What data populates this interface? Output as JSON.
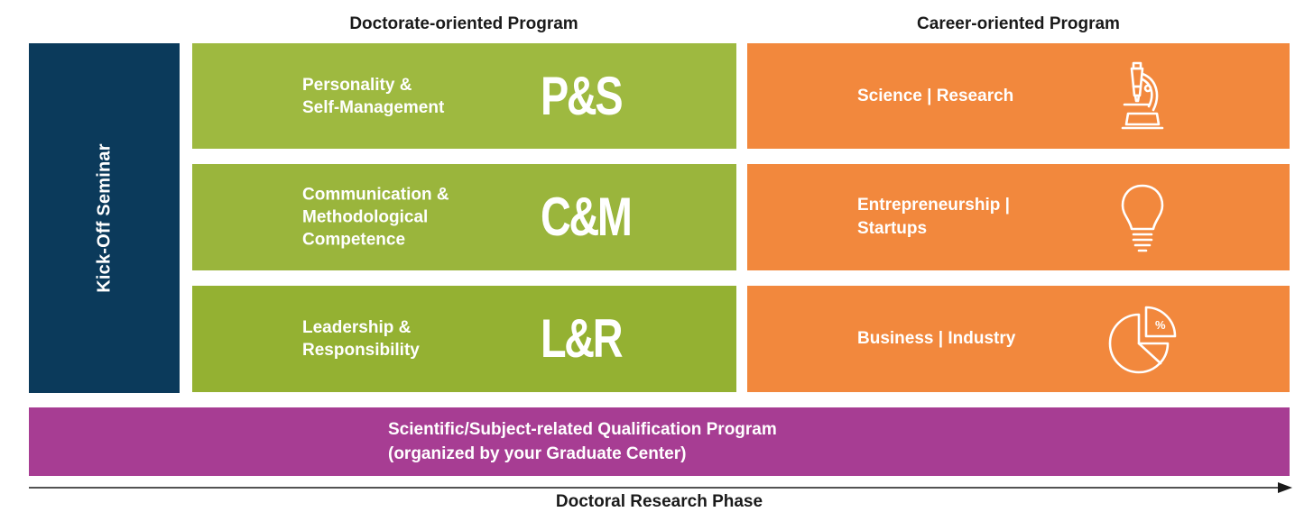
{
  "headers": {
    "doctorate": "Doctorate-oriented Program",
    "career": "Career-oriented Program"
  },
  "kickoff": {
    "label": "Kick-Off Seminar"
  },
  "doctorate_modules": [
    {
      "lines": [
        "Personality &",
        "Self-Management"
      ],
      "abbr": "P&S"
    },
    {
      "lines": [
        "Communication &",
        "Methodological",
        "Competence"
      ],
      "abbr": "C&M"
    },
    {
      "lines": [
        "Leadership &",
        "Responsibility"
      ],
      "abbr": "L&R"
    }
  ],
  "career_modules": [
    {
      "lines": [
        "Science | Research"
      ],
      "icon": "microscope-icon"
    },
    {
      "lines": [
        "Entrepreneurship |",
        "Startups"
      ],
      "icon": "lightbulb-icon"
    },
    {
      "lines": [
        "Business | Industry"
      ],
      "icon": "pie-chart-percent-icon"
    }
  ],
  "qualification": {
    "line1": "Scientific/Subject-related Qualification Program",
    "line2": "(organized by your Graduate Center)"
  },
  "timeline": {
    "label": "Doctoral Research Phase"
  },
  "colors": {
    "kickoff": "#0b3a5b",
    "doctorate": "#98b43b",
    "career": "#f2883d",
    "qualification": "#a73d93"
  },
  "icon_text": {
    "percent": "%"
  }
}
